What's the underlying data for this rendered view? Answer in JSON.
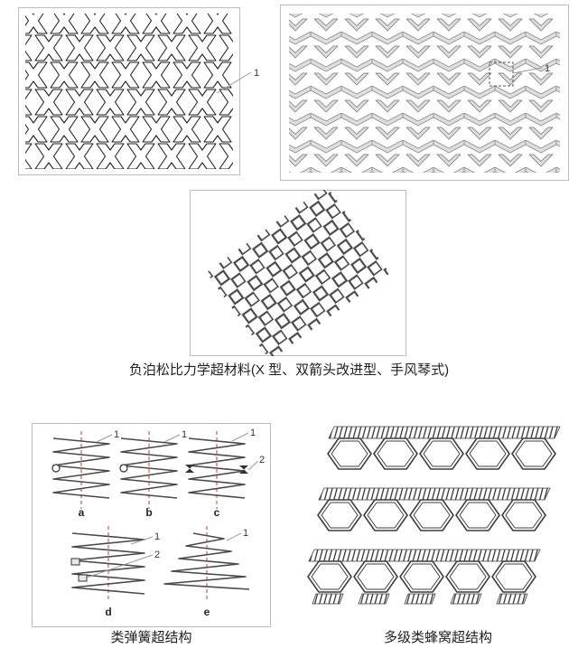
{
  "figure": {
    "caption_main": "负泊松比力学超材料(X 型、双箭头改进型、手风琴式)",
    "caption_spring": "类弹簧超结构",
    "caption_honeycomb": "多级类蜂窝超结构"
  },
  "annotations": {
    "n1": "1",
    "n2": "2"
  },
  "spring_labels": {
    "a": "a",
    "b": "b",
    "c": "c",
    "d": "d",
    "e": "e"
  },
  "colors": {
    "background": "#ffffff",
    "panel_border": "#bdbdbd",
    "pattern_stroke": "#222222",
    "arrow_fill": "#dedede",
    "arrow_stroke": "#8f8f8f",
    "centerline_red": "#c0392b",
    "line_dark": "#3f3f3f"
  }
}
